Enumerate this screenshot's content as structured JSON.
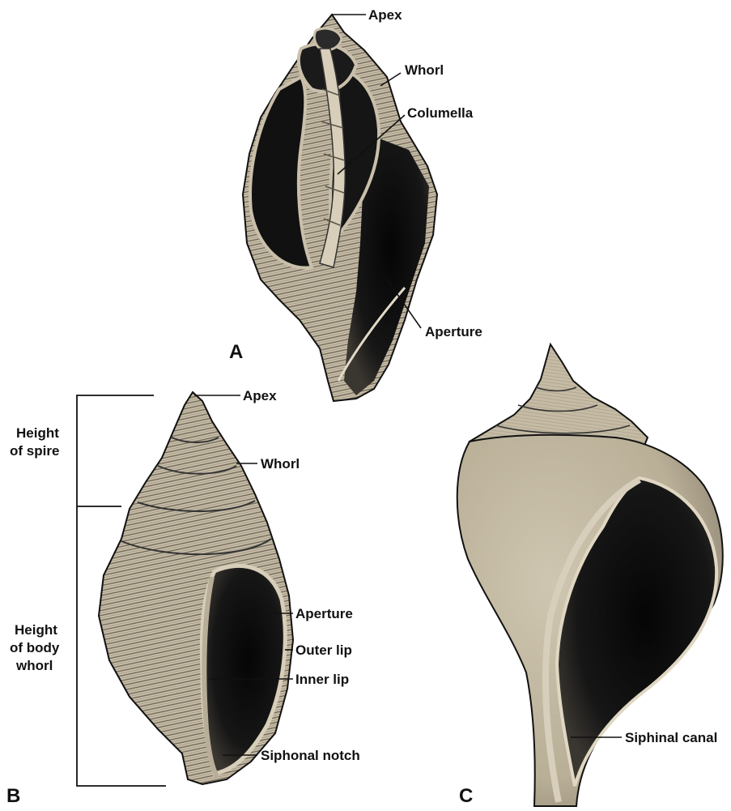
{
  "colors": {
    "shell_fill": "#c9bfaa",
    "shell_dark": "#141414",
    "shell_shade": "#8f8672",
    "ink": "#111111",
    "background": "#ffffff"
  },
  "panels": {
    "a": {
      "letter": "A",
      "labels": {
        "apex": "Apex",
        "whorl": "Whorl",
        "columella": "Columella",
        "aperture": "Aperture"
      }
    },
    "b": {
      "letter": "B",
      "labels": {
        "apex": "Apex",
        "whorl": "Whorl",
        "aperture": "Aperture",
        "outer_lip": "Outer lip",
        "inner_lip": "Inner lip",
        "siphonal_notch": "Siphonal notch"
      },
      "brackets": {
        "spire_line1": "Height",
        "spire_line2": "of spire",
        "body_line1": "Height",
        "body_line2": "of body",
        "body_line3": "whorl"
      }
    },
    "c": {
      "letter": "C",
      "labels": {
        "siphonal_canal": "Siphinal canal"
      }
    }
  }
}
